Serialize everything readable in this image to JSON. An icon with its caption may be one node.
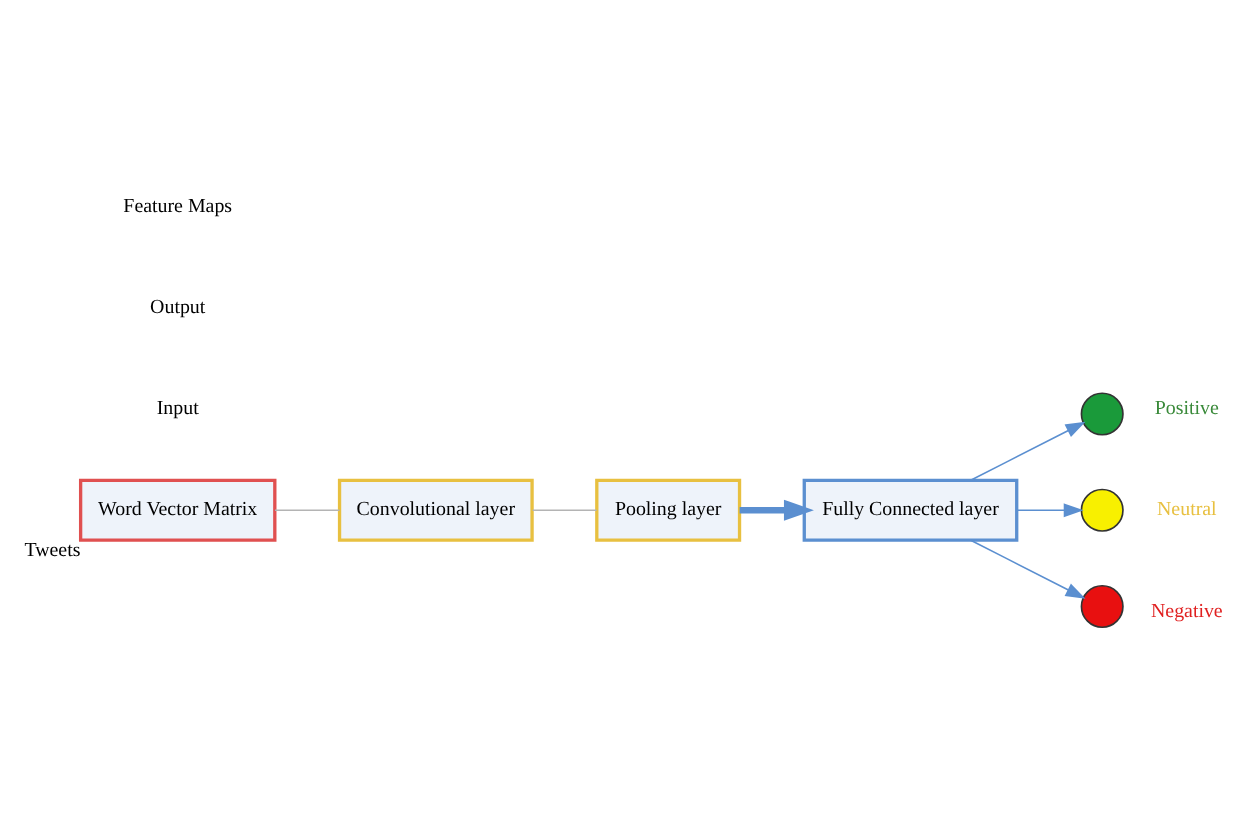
{
  "diagram": {
    "nodes": [
      {
        "text": [
          "Word Vector Matrix"
        ],
        "beside": [
          "Tweets"
        ]
      },
      {
        "text": [
          "Convolutional layer"
        ]
      },
      {
        "text": [
          "Pooling layer"
        ]
      },
      {
        "text": [
          "Fully Connected layer"
        ]
      },
      {
        "text": [],
        "shape": "circle",
        "beside": [
          "Positive"
        ]
      },
      {
        "text": [],
        "shape": "circle",
        "beside": [
          "Neutral"
        ]
      },
      {
        "text": [],
        "shape": "circle",
        "beside": [
          "Negative"
        ]
      }
    ],
    "edges": [
      {
        "from": 0,
        "to": 1,
        "arrow": "none",
        "color": "#b4b4b4"
      },
      {
        "from": 1,
        "to": 2,
        "arrow": "none",
        "color": "#b4b4b4"
      },
      {
        "from": 2,
        "to": 3,
        "arrow": "to",
        "style": "thick"
      },
      {
        "from": 3,
        "to": 4,
        "arrow": "to"
      },
      {
        "from": 3,
        "to": 5,
        "arrow": "to"
      },
      {
        "from": 3,
        "to": 6,
        "arrow": "to"
      }
    ],
    "labels": [
      "Input",
      "Output",
      "Feature Maps"
    ]
  }
}
